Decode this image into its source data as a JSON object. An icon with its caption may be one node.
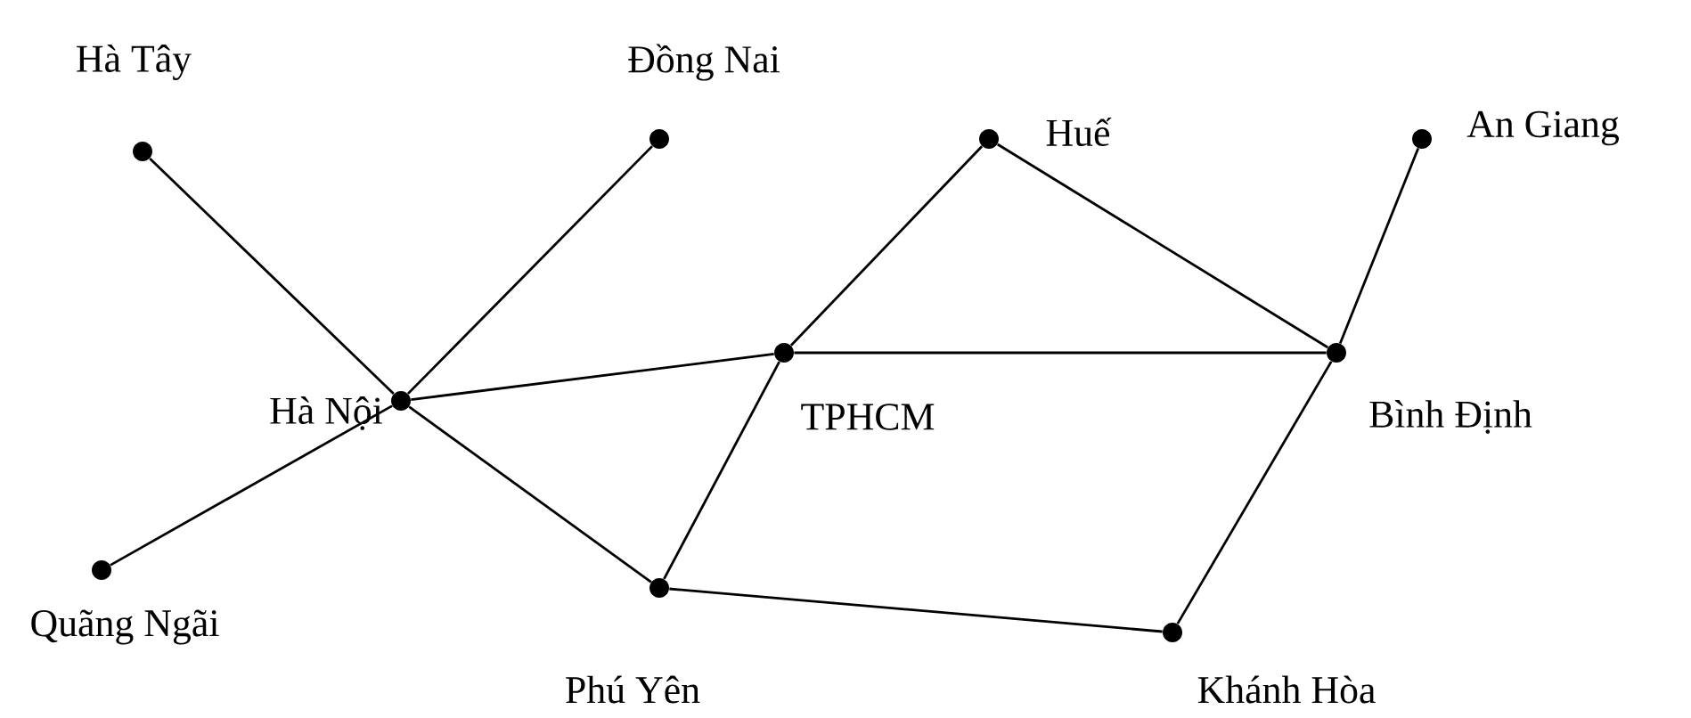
{
  "diagram": {
    "nodes": [
      {
        "text": [],
        "shape": "circle",
        "beside": [
          "Hà Tây"
        ]
      },
      {
        "text": [],
        "shape": "circle",
        "beside": [
          "Đồng Nai"
        ]
      },
      {
        "text": [],
        "shape": "circle",
        "beside": [
          "Huế"
        ]
      },
      {
        "text": [],
        "shape": "circle",
        "beside": [
          "An Giang"
        ]
      },
      {
        "text": [],
        "shape": "circle",
        "beside": [
          "Hà Nội"
        ]
      },
      {
        "text": [],
        "shape": "circle",
        "beside": [
          "TPHCM"
        ]
      },
      {
        "text": [],
        "shape": "circle",
        "beside": [
          "Bình Định"
        ]
      },
      {
        "text": [],
        "shape": "circle",
        "beside": [
          "Quãng Ngãi"
        ]
      },
      {
        "text": [],
        "shape": "circle",
        "beside": [
          "Phú Yên"
        ]
      },
      {
        "text": [],
        "shape": "circle",
        "beside": [
          "Khánh Hòa"
        ]
      }
    ],
    "edges": [
      {
        "from": 0,
        "to": 4,
        "arrow": "none"
      },
      {
        "from": 1,
        "to": 4,
        "arrow": "none"
      },
      {
        "from": 7,
        "to": 4,
        "arrow": "none"
      },
      {
        "from": 4,
        "to": 5,
        "arrow": "none"
      },
      {
        "from": 4,
        "to": 8,
        "arrow": "none"
      },
      {
        "from": 5,
        "to": 2,
        "arrow": "none"
      },
      {
        "from": 5,
        "to": 6,
        "arrow": "none"
      },
      {
        "from": 2,
        "to": 6,
        "arrow": "none"
      },
      {
        "from": 6,
        "to": 3,
        "arrow": "none"
      },
      {
        "from": 5,
        "to": 8,
        "arrow": "none"
      },
      {
        "from": 8,
        "to": 9,
        "arrow": "none"
      },
      {
        "from": 9,
        "to": 6,
        "arrow": "none"
      }
    ]
  }
}
